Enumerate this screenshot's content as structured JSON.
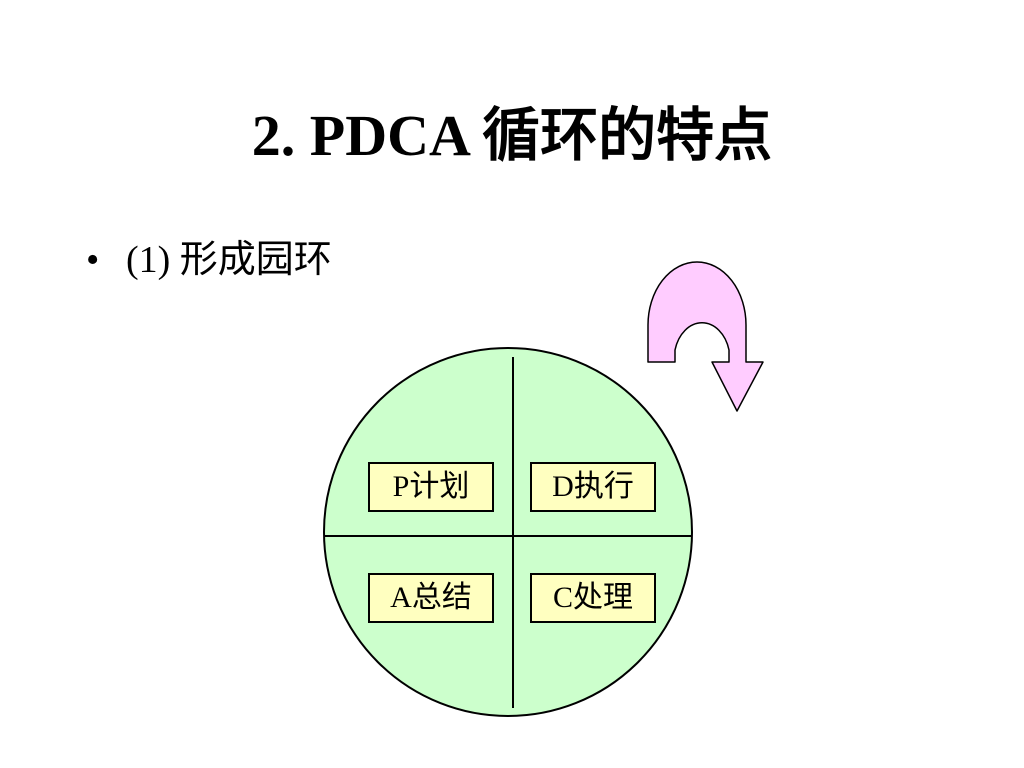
{
  "slide": {
    "title": "2. PDCA 循环的特点",
    "bullet": {
      "symbol": "•",
      "text": "(1) 形成园环"
    }
  },
  "diagram": {
    "quadrants": {
      "top_left": "P计划",
      "top_right": "D执行",
      "bottom_left": "A总结",
      "bottom_right": "C处理"
    },
    "colors": {
      "circle_fill": "#ccffcc",
      "box_fill": "#ffffc0",
      "arrow_fill": "#ffccff",
      "stroke": "#000000"
    },
    "icons": [
      "cycle-circle-icon",
      "clockwise-arrow-icon"
    ]
  }
}
